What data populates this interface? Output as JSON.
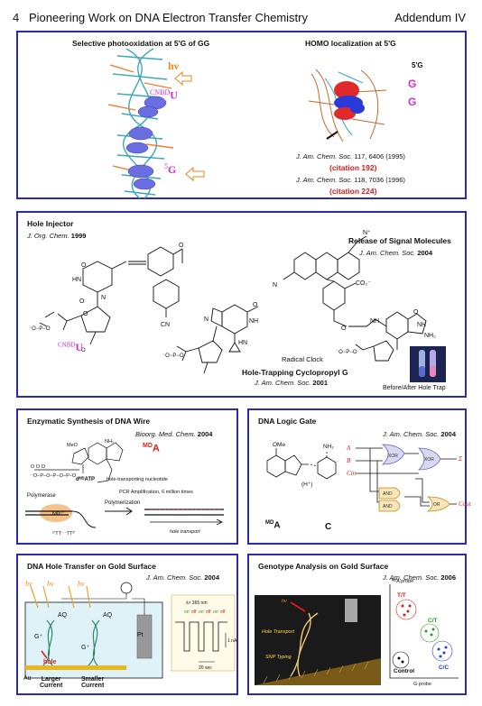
{
  "header": {
    "chapter": "4",
    "title": "Pioneering Work on DNA Electron Transfer Chemistry",
    "addendum": "Addendum IV"
  },
  "panel1": {
    "left_title": "Selective photooxidation at 5'G of GG",
    "right_title": "HOMO localization at 5'G",
    "hv": "hν",
    "cnbdu_sup": "CNBD",
    "cnbdu_base": "U",
    "g5_sup": "5",
    "g5_base": "G",
    "label_5g": "5'G",
    "g1": "G",
    "g2": "G",
    "cite1_journal": "J. Am. Chem. Soc.",
    "cite1_rest": "117, 6406 (1995)",
    "cite1_num": "(citation 192)",
    "cite2_journal": "J. Am. Chem. Soc.",
    "cite2_rest": "118, 7036 (1996)",
    "cite2_num": "(citation 224)"
  },
  "panel2": {
    "hole_title": "Hole Injector",
    "hole_journal": "J. Org. Chem.",
    "hole_year": "1999",
    "signal_title": "Release of Signal Molecules",
    "signal_journal": "J. Am. Chem. Soc.",
    "signal_year": "2004",
    "cnbdu_sup": "CNBD",
    "cnbdu_base": "U",
    "radical_clock": "Radical Clock",
    "cyclo_title": "Hole-Trapping Cyclopropyl G",
    "cyclo_journal": "J. Am. Chem. Soc.",
    "cyclo_year": "2001",
    "photo_caption": "Before/After Hole Trap",
    "co2": "CO₂⁻",
    "cn": "CN",
    "nh2": "NH₂",
    "o": "O",
    "n": "N",
    "nh": "NH",
    "hn": "HN"
  },
  "panel3": {
    "title": "Enzymatic Synthesis of DNA Wire",
    "journal": "Bioorg. Med. Chem.",
    "year": "2004",
    "md_sup": "MD",
    "md_base": "A",
    "atp_label": "dᴹᴰATP",
    "atp_desc": "hole-transporting nucleotide",
    "pcr": "PCR Amplification, 6 million times",
    "polymerase": "Polymerase",
    "polymerization": "Polymerization",
    "mn": "Mn²⁺",
    "primer": "⁵′TT⋯TT³′",
    "hole_transport": "hole transport",
    "meo": "MeO",
    "nh2": "NH₂"
  },
  "panel4": {
    "title": "DNA Logic Gate",
    "journal": "J. Am. Chem. Soc.",
    "year": "2004",
    "ome": "OMe",
    "md_sup": "MD",
    "md_base": "A",
    "c": "C",
    "nh2": "NH₂",
    "hplus": "(H⁺)",
    "in_a": "A",
    "in_b": "B",
    "in_c": "Cin",
    "out_s": "Σ",
    "out_c": "Cout",
    "xor": "XOR",
    "and": "AND",
    "or": "OR"
  },
  "panel5": {
    "title": "DNA Hole Transfer on Gold Surface",
    "journal": "J. Am. Chem. Soc.",
    "year": "2004",
    "hv": "hν",
    "aq": "AQ",
    "g_plus": "G⁺",
    "hole": "hole",
    "au": "Au",
    "pt": "Pt",
    "larger": "Larger",
    "smaller": "Smaller",
    "current": "Current",
    "lambda": "λ> 365 nm",
    "on": "on",
    "off": "off",
    "scale_i": "1 nA",
    "scale_t": "20 sec"
  },
  "panel6": {
    "title": "Genotype Analysis on Gold Surface",
    "journal": "J. Am. Chem. Soc.",
    "year": "2006",
    "ma_probe": "ᴹᴰA probe",
    "g_probe": "G probe",
    "tt": "T/T",
    "ct": "C/T",
    "cc": "C/C",
    "control": "Control",
    "hv": "hν",
    "hole_transport": "Hole Transport",
    "snp_typing": "SNP Typing"
  }
}
